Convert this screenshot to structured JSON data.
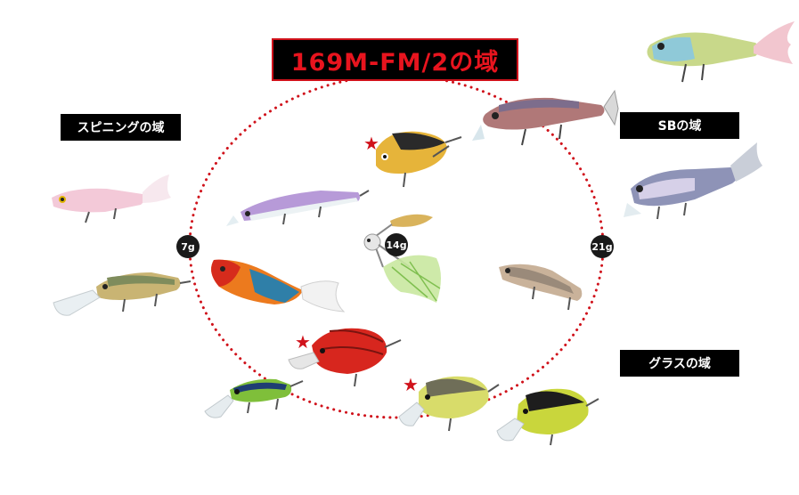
{
  "title": "169M-FM/2の域",
  "zones": {
    "spinning": "スピニングの域",
    "sb": "SBの域",
    "grass": "グラスの域"
  },
  "weights": {
    "left": "7g",
    "center": "14g",
    "right": "21g"
  },
  "marks": {
    "star": "★"
  },
  "colors": {
    "accent_red": "#d0121b",
    "label_bg": "#000000",
    "label_text": "#ffffff"
  }
}
